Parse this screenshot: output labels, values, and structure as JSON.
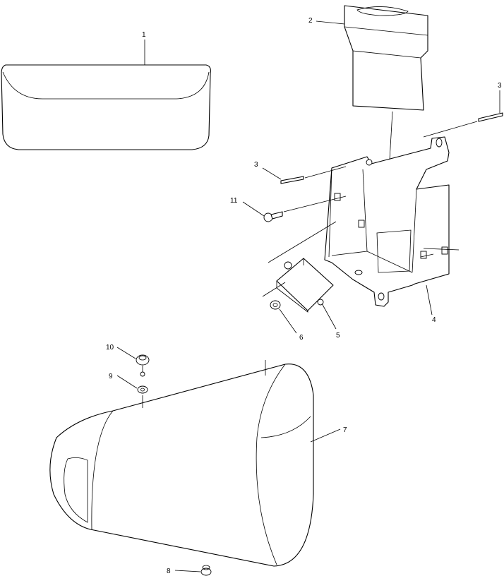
{
  "callouts": [
    {
      "id": "1",
      "text": "1"
    },
    {
      "id": "2",
      "text": "2"
    },
    {
      "id": "3a",
      "text": "3"
    },
    {
      "id": "3b",
      "text": "3"
    },
    {
      "id": "4",
      "text": "4"
    },
    {
      "id": "5",
      "text": "5"
    },
    {
      "id": "6",
      "text": "6"
    },
    {
      "id": "7",
      "text": "7"
    },
    {
      "id": "8",
      "text": "8"
    },
    {
      "id": "9",
      "text": "9"
    },
    {
      "id": "10",
      "text": "10"
    },
    {
      "id": "11",
      "text": "11"
    }
  ],
  "colors": {
    "line": "#000000",
    "background": "#ffffff"
  }
}
